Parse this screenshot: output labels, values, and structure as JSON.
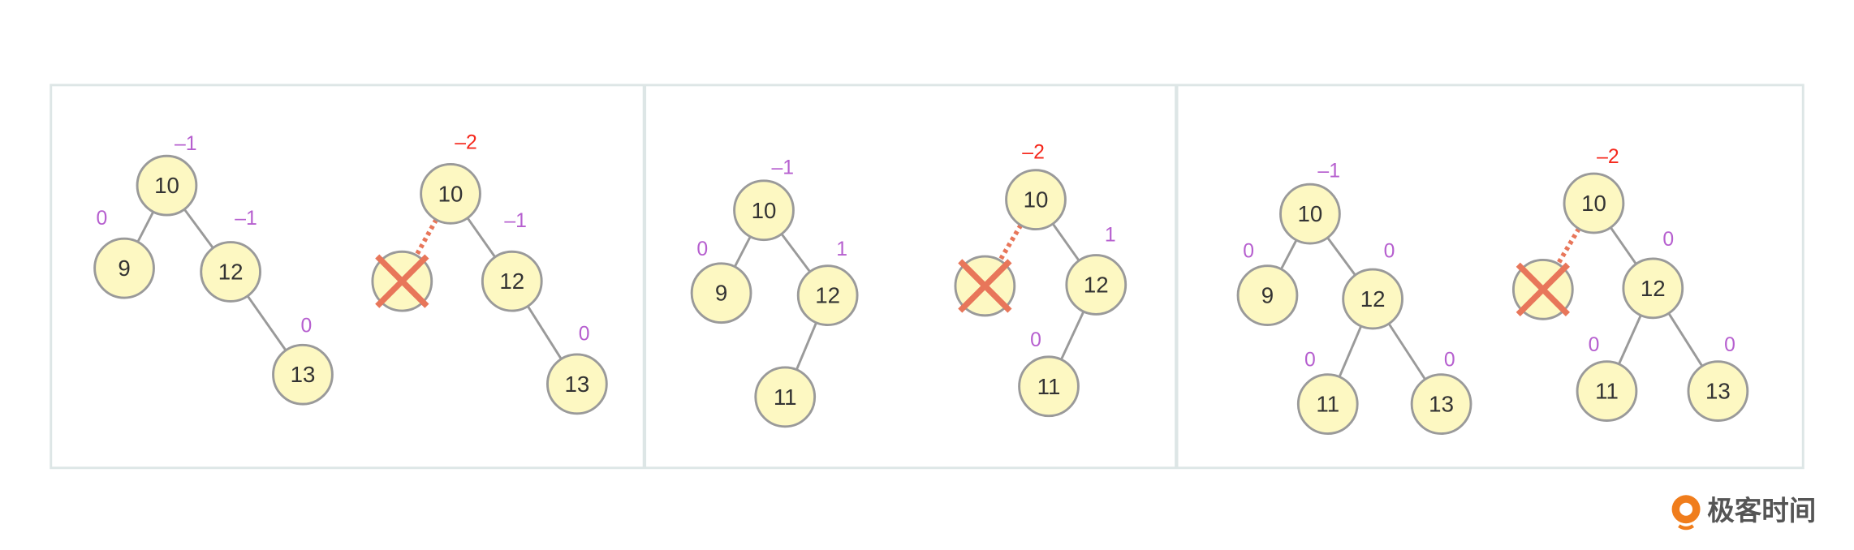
{
  "colors": {
    "balance": "#b65fcf",
    "unbalanced": "#f5281c",
    "node_fill": "#fdf8c2",
    "node_stroke": "#9a9a9a",
    "delete_mark": "#e8765a",
    "frame": "#dde6e6"
  },
  "logo": {
    "text": "极客时间"
  },
  "panels": [
    {
      "trees": [
        {
          "nodes": [
            {
              "value": "10",
              "balance": "–1"
            },
            {
              "value": "9",
              "balance": "0"
            },
            {
              "value": "12",
              "balance": "–1"
            },
            {
              "value": "13",
              "balance": "0"
            }
          ],
          "edges": [
            [
              0,
              1
            ],
            [
              0,
              2
            ],
            [
              2,
              3
            ]
          ]
        },
        {
          "nodes": [
            {
              "value": "10",
              "balance": "–2",
              "unbalanced": true
            },
            {
              "deleted": true
            },
            {
              "value": "12",
              "balance": "–1"
            },
            {
              "value": "13",
              "balance": "0"
            }
          ],
          "edges": [
            [
              0,
              1,
              "deleted"
            ],
            [
              0,
              2
            ],
            [
              2,
              3
            ]
          ]
        }
      ]
    },
    {
      "trees": [
        {
          "nodes": [
            {
              "value": "10",
              "balance": "–1"
            },
            {
              "value": "9",
              "balance": "0"
            },
            {
              "value": "12",
              "balance": "1"
            },
            {
              "value": "11"
            }
          ],
          "edges": [
            [
              0,
              1
            ],
            [
              0,
              2
            ],
            [
              2,
              3
            ]
          ]
        },
        {
          "nodes": [
            {
              "value": "10",
              "balance": "–2",
              "unbalanced": true
            },
            {
              "deleted": true
            },
            {
              "value": "12",
              "balance": "1"
            },
            {
              "value": "11",
              "balance": "0"
            }
          ],
          "edges": [
            [
              0,
              1,
              "deleted"
            ],
            [
              0,
              2
            ],
            [
              2,
              3
            ]
          ]
        }
      ]
    },
    {
      "trees": [
        {
          "nodes": [
            {
              "value": "10",
              "balance": "–1"
            },
            {
              "value": "9",
              "balance": "0"
            },
            {
              "value": "12",
              "balance": "0"
            },
            {
              "value": "11",
              "balance": "0"
            },
            {
              "value": "13",
              "balance": "0"
            }
          ],
          "edges": [
            [
              0,
              1
            ],
            [
              0,
              2
            ],
            [
              2,
              3
            ],
            [
              2,
              4
            ]
          ]
        },
        {
          "nodes": [
            {
              "value": "10",
              "balance": "–2",
              "unbalanced": true
            },
            {
              "deleted": true
            },
            {
              "value": "12",
              "balance": "0"
            },
            {
              "value": "11",
              "balance": "0"
            },
            {
              "value": "13",
              "balance": "0"
            }
          ],
          "edges": [
            [
              0,
              1,
              "deleted"
            ],
            [
              0,
              2
            ],
            [
              2,
              3
            ],
            [
              2,
              4
            ]
          ]
        }
      ]
    }
  ]
}
